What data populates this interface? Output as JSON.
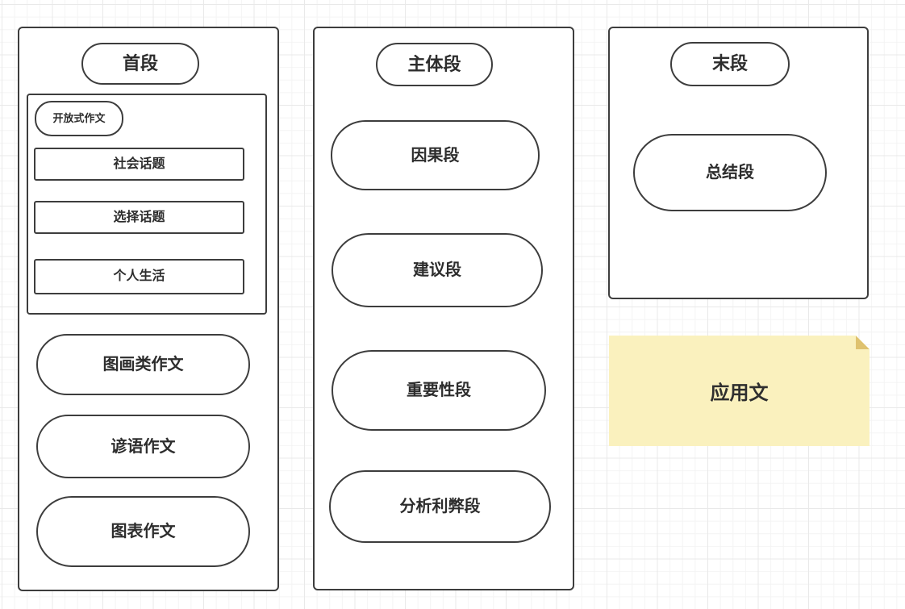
{
  "diagram": {
    "columns": [
      {
        "title": "首段",
        "open_pill": "开放式作文",
        "topics": [
          "社会话题",
          "选择话题",
          "个人生活"
        ],
        "stadiums": [
          "图画类作文",
          "谚语作文",
          "图表作文"
        ]
      },
      {
        "title": "主体段",
        "stadiums": [
          "因果段",
          "建议段",
          "重要性段",
          "分析利弊段"
        ]
      },
      {
        "title": "末段",
        "stadiums": [
          "总结段"
        ]
      }
    ],
    "note": {
      "label": "应用文",
      "fill": "#faf1be",
      "fold_color": "#dfc26f"
    },
    "colors": {
      "stroke": "#3d3d3d",
      "text": "#2d2d2d",
      "background": "#ffffff",
      "grid_minor": "#f4f4f4",
      "grid_major": "#e9e9e9"
    }
  }
}
